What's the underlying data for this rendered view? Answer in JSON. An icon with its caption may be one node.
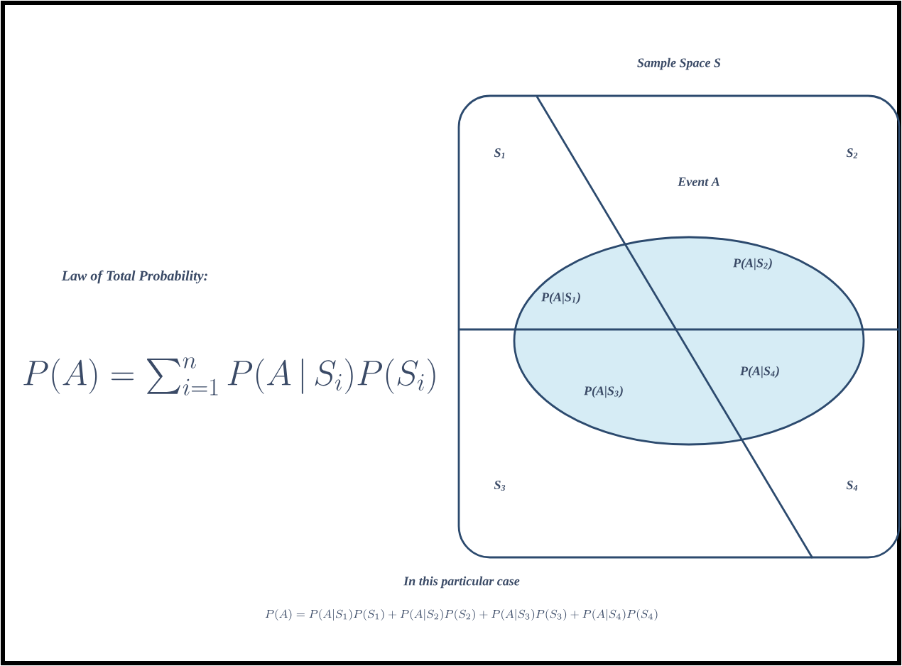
{
  "diagram": {
    "nodes": [
      {
        "text": [
          "Sample Space S"
        ]
      },
      {
        "text": [
          "Event A"
        ],
        "in": 0
      }
    ],
    "labels": [
      "S$_{1}$",
      "S$_{2}$",
      "Law of Total Probability:",
      "P(A|S$_{1}$)",
      "P(A|S$_{2}$)",
      "P(A)=\\sum_{i=1}^{n}P(A\\,|\\,S_i)P(S_i)",
      "P(A|S$_{4}$)",
      "P(A|S$_{3}$)",
      "S$_{3}$",
      "S$_{4}$",
      "In this particular case",
      "P(A)=P(A|S_1)P(S_1)+P(A|S_2)P(S_2)+P(A|S_3)P(S_3)+P(A|S_4)P(S_4)"
    ]
  }
}
